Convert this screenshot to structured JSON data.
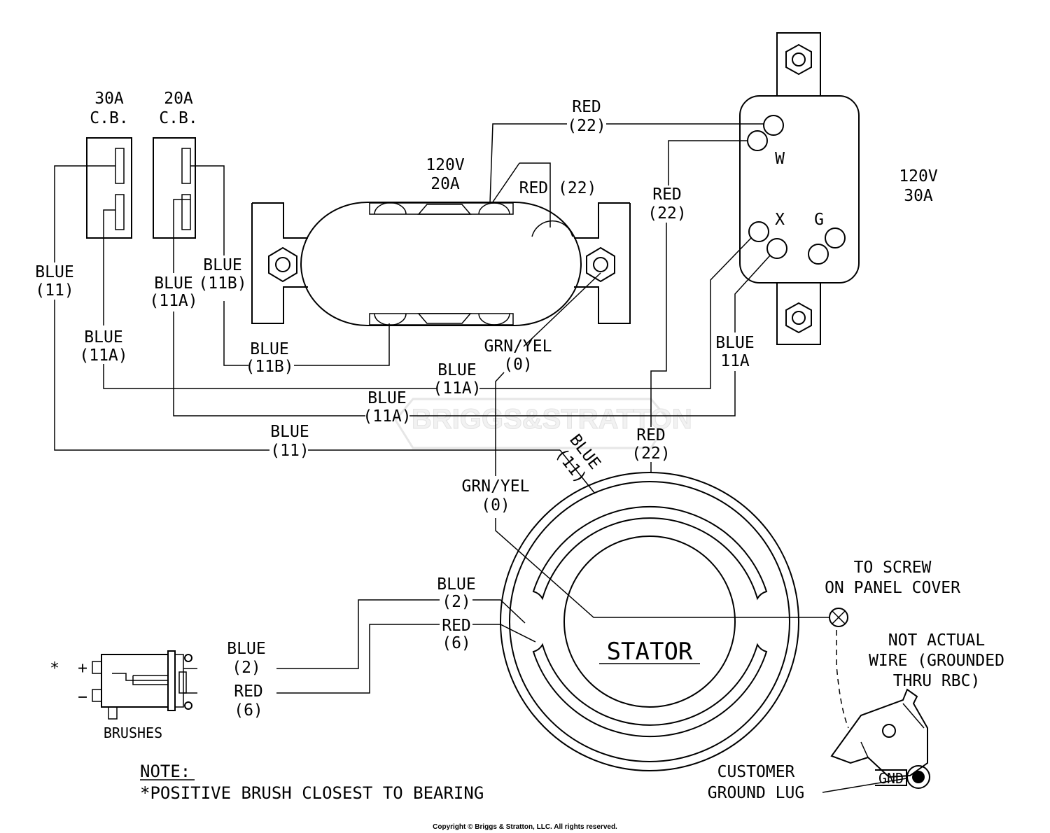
{
  "watermark": "BRIGGS&STRATTON",
  "breakers": {
    "cb30": {
      "amps": "30A",
      "type": "C.B."
    },
    "cb20": {
      "amps": "20A",
      "type": "C.B."
    }
  },
  "outlet_120v_20a": {
    "volts": "120V",
    "amps": "20A"
  },
  "outlet_120v_30a": {
    "volts": "120V",
    "amps": "30A",
    "terminal_w": "W",
    "terminal_x": "X",
    "terminal_g": "G"
  },
  "wires": {
    "red22_top": {
      "color": "RED",
      "num": "(22)"
    },
    "red22_outlet": "RED (22)",
    "red22_right": {
      "color": "RED",
      "num": "(22)"
    },
    "red22_stator": {
      "color": "RED",
      "num": "(22)"
    },
    "blue11_left": {
      "color": "BLUE",
      "num": "(11)"
    },
    "blue11b_cb": {
      "color": "BLUE",
      "num": "(11B)"
    },
    "blue11a_cb": {
      "color": "BLUE",
      "num": "(11A)"
    },
    "blue11a_left": {
      "color": "BLUE",
      "num": "(11A)"
    },
    "blue11b_bottom": {
      "color": "BLUE",
      "num": "(11B)"
    },
    "grnyel_top": {
      "color": "GRN/YEL",
      "num": "(0)"
    },
    "blue11a_mid": {
      "color": "BLUE",
      "num": "(11A)"
    },
    "blue11a_lower": {
      "color": "BLUE",
      "num": "(11A)"
    },
    "blue11a_right": {
      "color": "BLUE",
      "num": "11A"
    },
    "blue11_bottom": {
      "color": "BLUE",
      "num": "(11)"
    },
    "blue11_diag": {
      "color": "BLUE",
      "num": "(11)"
    },
    "grnyel_stator": {
      "color": "GRN/YEL",
      "num": "(0)"
    },
    "blue2_stator": {
      "color": "BLUE",
      "num": "(2)"
    },
    "red6_stator": {
      "color": "RED",
      "num": "(6)"
    },
    "blue2_brush": {
      "color": "BLUE",
      "num": "(2)"
    },
    "red6_brush": {
      "color": "RED",
      "num": "(6)"
    }
  },
  "stator_label": "STATOR",
  "brushes": {
    "label": "BRUSHES",
    "asterisk": "*",
    "plus": "+",
    "minus": "−"
  },
  "screw_note": {
    "line1": "TO SCREW",
    "line2": "ON PANEL COVER"
  },
  "not_actual": {
    "line1": "NOT ACTUAL",
    "line2": "WIRE (GROUNDED",
    "line3": "THRU RBC)"
  },
  "ground_lug": {
    "line1": "CUSTOMER",
    "line2": "GROUND LUG",
    "gnd": "GND"
  },
  "note": {
    "title": "NOTE:",
    "text": "*POSITIVE BRUSH CLOSEST TO BEARING"
  },
  "copyright": "Copyright © Briggs & Stratton, LLC. All rights reserved."
}
